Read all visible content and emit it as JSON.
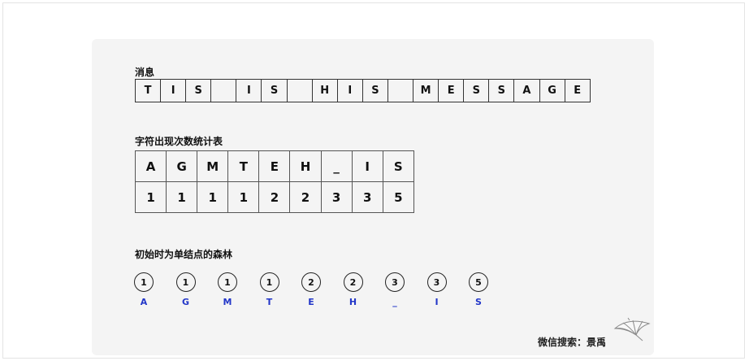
{
  "message": {
    "label": "消息",
    "chars": [
      "T",
      "I",
      "S",
      "",
      "I",
      "S",
      "",
      "H",
      "I",
      "S",
      "",
      "M",
      "E",
      "S",
      "S",
      "A",
      "G",
      "E"
    ]
  },
  "frequency_table": {
    "label": "字符出现次数统计表",
    "chars": [
      "A",
      "G",
      "M",
      "T",
      "E",
      "H",
      "_",
      "I",
      "S"
    ],
    "counts": [
      "1",
      "1",
      "1",
      "1",
      "2",
      "2",
      "3",
      "3",
      "5"
    ]
  },
  "forest": {
    "label": "初始时为单结点的森林",
    "nodes": [
      {
        "weight": "1",
        "char": "A"
      },
      {
        "weight": "1",
        "char": "G"
      },
      {
        "weight": "1",
        "char": "M"
      },
      {
        "weight": "1",
        "char": "T"
      },
      {
        "weight": "2",
        "char": "E"
      },
      {
        "weight": "2",
        "char": "H"
      },
      {
        "weight": "3",
        "char": "_"
      },
      {
        "weight": "3",
        "char": "I"
      },
      {
        "weight": "5",
        "char": "S"
      }
    ]
  },
  "footer": {
    "text": "微信搜索：景禹"
  },
  "icons": {
    "umbrella": "umbrella-icon"
  },
  "colors": {
    "node_char": "#2236c8",
    "panel_bg": "#f4f4f4"
  }
}
